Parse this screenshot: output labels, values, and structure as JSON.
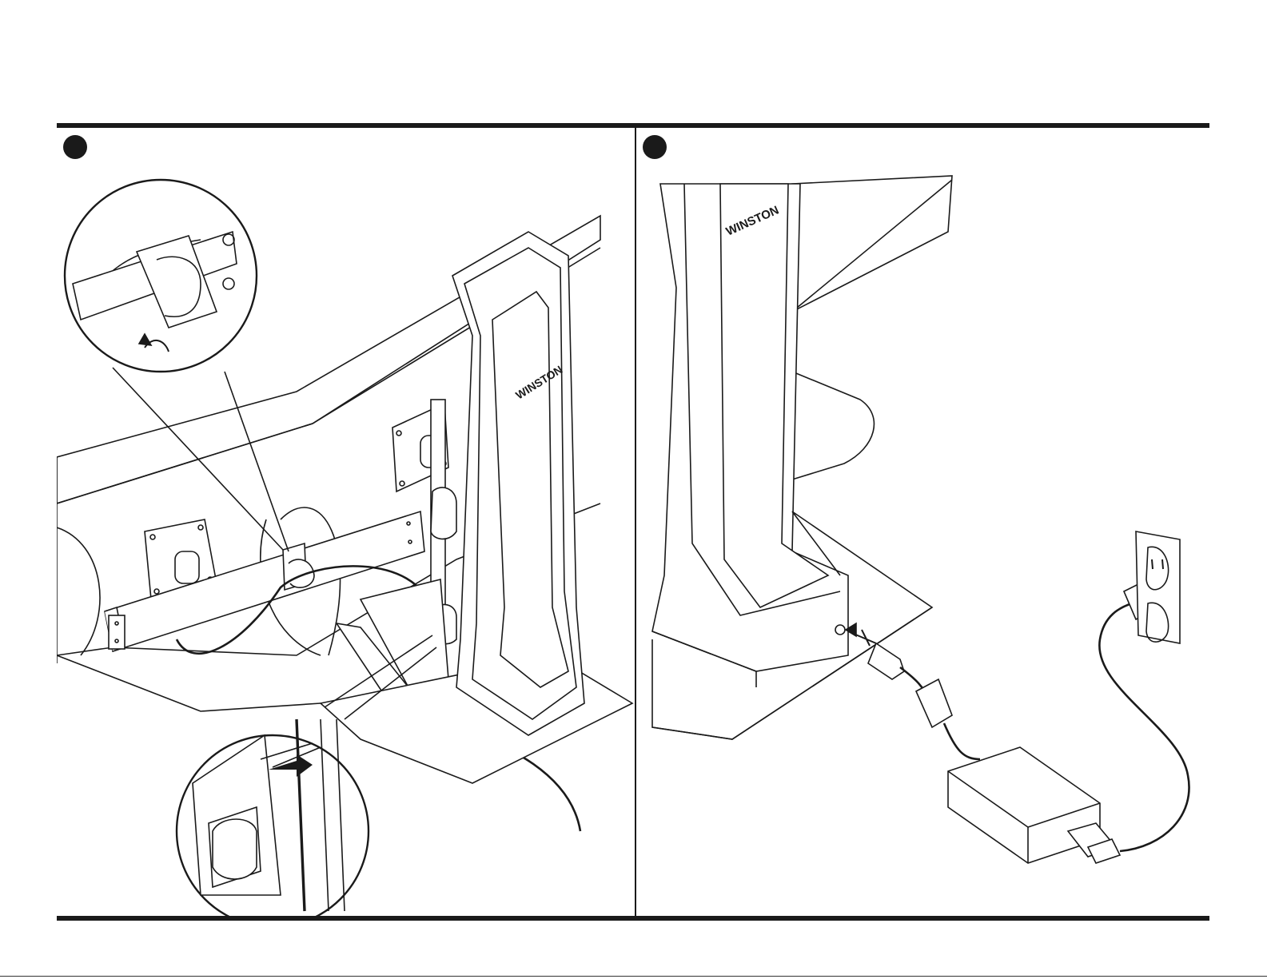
{
  "steps": [
    {
      "label": "",
      "illustration": "cable-clip-routing"
    },
    {
      "label": "",
      "illustration": "power-adapter-connection"
    }
  ],
  "brand": {
    "logo_text": "WINSTON"
  },
  "icons": [
    "arrow-icon",
    "wall-outlet-icon",
    "power-brick-icon",
    "cable-clip-icon"
  ]
}
